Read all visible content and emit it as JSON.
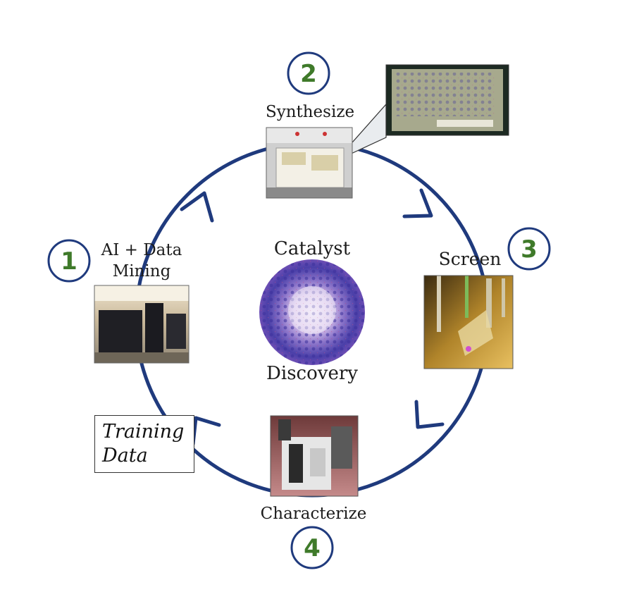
{
  "steps": {
    "one": {
      "number": "1",
      "label_line1": "AI + Data",
      "label_line2": "Mining"
    },
    "two": {
      "number": "2",
      "label": "Synthesize"
    },
    "three": {
      "number": "3",
      "label": "Screen"
    },
    "four": {
      "number": "4",
      "label": "Characterize"
    }
  },
  "center": {
    "top": "Catalyst",
    "bottom": "Discovery"
  },
  "training": {
    "line1": "Training",
    "line2": "Data"
  },
  "colors": {
    "cycle": "#1f3a7d",
    "number_ring": "#1f3a7d",
    "number_text": "#3f7a2a"
  }
}
